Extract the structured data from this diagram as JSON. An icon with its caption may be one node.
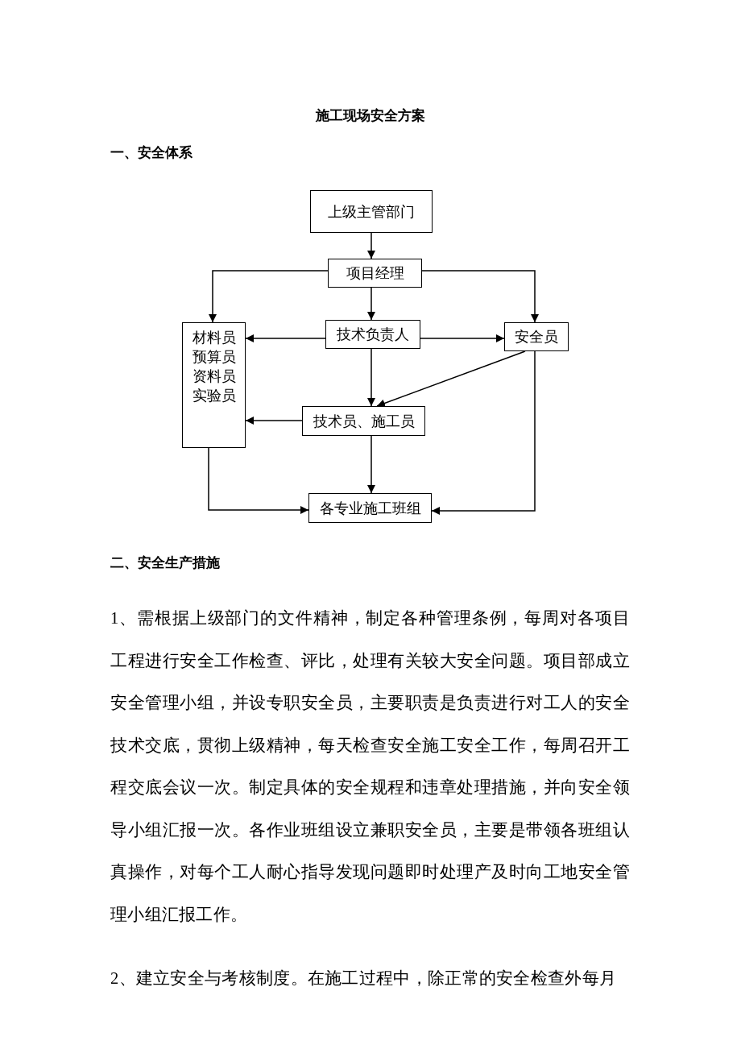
{
  "diagram": {
    "title": "施工现场安全方案",
    "nodes": [
      {
        "text": [
          "上级主管部门"
        ]
      },
      {
        "text": [
          "项目经理"
        ]
      },
      {
        "text": [
          "材料员",
          "预算员",
          "资料员",
          "实验员"
        ]
      },
      {
        "text": [
          "技术负责人"
        ]
      },
      {
        "text": [
          "安全员"
        ]
      },
      {
        "text": [
          "技术员、施工员"
        ]
      },
      {
        "text": [
          "各专业施工班组"
        ]
      }
    ],
    "edges": [
      {
        "from": 0,
        "to": 1,
        "arrow": "to"
      },
      {
        "from": 1,
        "to": 2,
        "arrow": "to"
      },
      {
        "from": 1,
        "to": 3,
        "arrow": "to"
      },
      {
        "from": 1,
        "to": 4,
        "arrow": "to"
      },
      {
        "from": 3,
        "to": 2,
        "arrow": "to"
      },
      {
        "from": 3,
        "to": 4,
        "arrow": "to"
      },
      {
        "from": 3,
        "to": 5,
        "arrow": "to"
      },
      {
        "from": 4,
        "to": 5,
        "arrow": "to"
      },
      {
        "from": 5,
        "to": 2,
        "arrow": "to"
      },
      {
        "from": 5,
        "to": 6,
        "arrow": "to"
      },
      {
        "from": 2,
        "to": 6,
        "arrow": "to"
      },
      {
        "from": 4,
        "to": 6,
        "arrow": "to"
      }
    ],
    "labels": [
      "一、安全体系",
      "二、安全生产措施",
      "1、需根据上级部门的文件精神，制定各种管理条例，每周对各项目工程进行安全工作检查、评比，处理有关较大安全问题。项目部成立安全管理小组，并设专职安全员，主要职责是负责进行对工人的安全技术交底，贯彻上级精神，每天检查安全施工安全工作，每周召开工程交底会议一次。制定具体的安全规程和违章处理措施，并向安全领导小组汇报一次。各作业班组设立兼职安全员，主要是带领各班组认真操作，对每个工人耐心指导发现问题即时处理产及时向工地安全管理小组汇报工作。",
      "2、建立安全与考核制度。在施工过程中，除正常的安全检查外每月"
    ]
  }
}
